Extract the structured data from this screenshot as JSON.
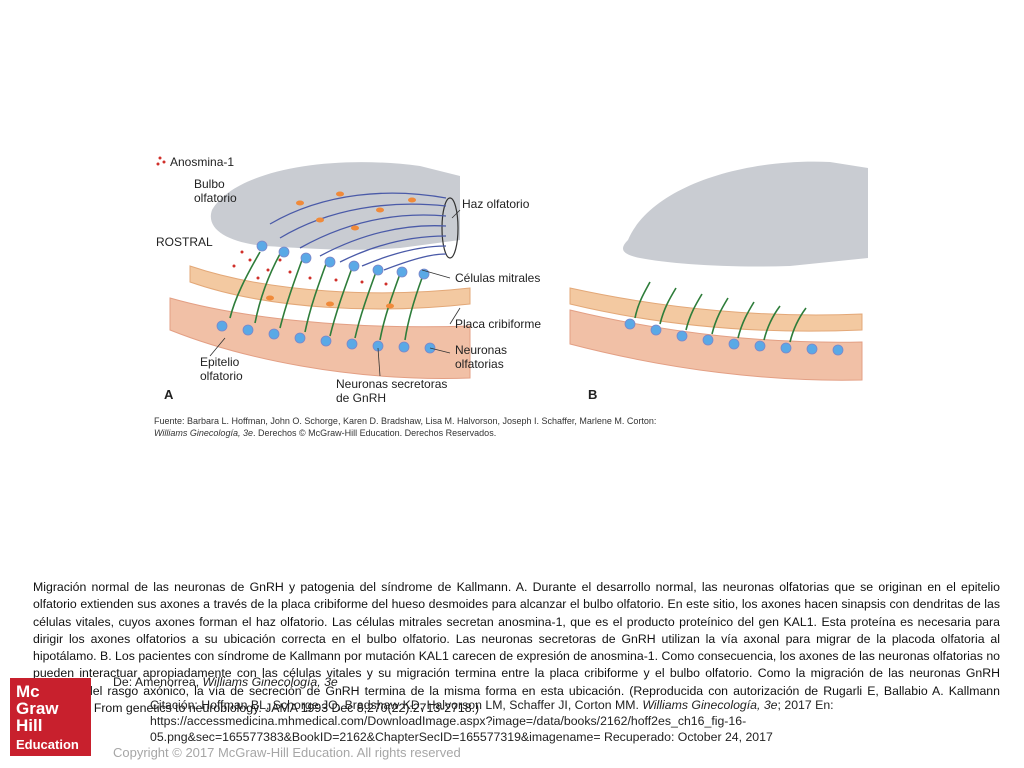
{
  "figure": {
    "labels": {
      "anosmina": "Anosmina-1",
      "bulbo_1": "Bulbo",
      "bulbo_2": "olfatorio",
      "rostral": "ROSTRAL",
      "haz": "Haz olfatorio",
      "mitrales": "Células mitrales",
      "placa": "Placa cribiforme",
      "neuronas_1": "Neuronas",
      "neuronas_2": "olfatorias",
      "epitelio_1": "Epitelio",
      "epitelio_2": "olfatorio",
      "gnrh_1": "Neuronas secretoras",
      "gnrh_2": "de GnRH",
      "panel_a": "A",
      "panel_b": "B"
    },
    "source_line1": "Fuente: Barbara L. Hoffman, John O. Schorge, Karen D. Bradshaw, Lisa M. Halvorson, Joseph I. Schaffer, Marlene M. Corton:",
    "source_line2_italic": "Williams Ginecología, 3e",
    "source_line2_rest": ". Derechos © McGraw-Hill Education. Derechos Reservados.",
    "colors": {
      "bulb": "#c9ccd2",
      "plate": "#f3c9a1",
      "epithelium": "#f1c0a6",
      "axon": "#4a5aa8",
      "dendrite": "#2e7d3a",
      "anosmin_dot": "#d0302a",
      "cell": "#5aa9e6"
    }
  },
  "caption": "Migración normal de las neuronas de GnRH y patogenia del síndrome de Kallmann. A. Durante el desarrollo normal, las neuronas olfatorias que se originan en el epitelio olfatorio extienden sus axones a través de la placa cribiforme del hueso desmoides para alcanzar el bulbo olfatorio. En este sitio, los axones hacen sinapsis con dendritas de las células vitales, cuyos axones forman el haz olfatorio. Las células mitrales secretan anosmina-1, que es el producto proteínico del gen KAL1. Esta proteína es necesaria para dirigir los axones olfatorios a su ubicación correcta en el bulbo olfatorio. Las neuronas secretoras de GnRH utilizan la vía axonal para migrar de la placoda olfatoria al hipotálamo. B. Los pacientes con síndrome de Kallmann por mutación KAL1 carecen de expresión de anosmina-1. Como consecuencia, los axones de las neuronas olfatorias no pueden interactuar apropiadamente con las células vitales y su migración termina entre la placa cribiforme y el bulbo olfatorio. Como la migración de las neuronas GnRH depende del rasgo axónico, la vía de secreción de GnRH termina de la misma forma en esta ubicación. (Reproducida con autorización de Rugarli E, Ballabio A. Kallmann syndrome. From genetics to neurobiology. JAMA 1993 Dec 8;270(22):2713-2718.)",
  "from_line": {
    "prefix": "De: Amenorrea, ",
    "book": "Williams Ginecología, 3e"
  },
  "citation": {
    "part1": "Citación: Hoffman BL, Schorge JO, Bradshaw KD, Halvorson LM, Schaffer JI, Corton MM. ",
    "book": "Williams Ginecología, 3e",
    "part2": "; 2017 En: https://accessmedicina.mhmedical.com/DownloadImage.aspx?image=/data/books/2162/hoff2es_ch16_fig-16-05.png&sec=165577383&BookID=2162&ChapterSecID=165577319&imagename= Recuperado: October 24, 2017"
  },
  "logo": {
    "line1": "Mc",
    "line2": "Graw",
    "line3": "Hill",
    "line4": "Education"
  },
  "copyright": "Copyright © 2017 McGraw-Hill Education. All rights reserved"
}
